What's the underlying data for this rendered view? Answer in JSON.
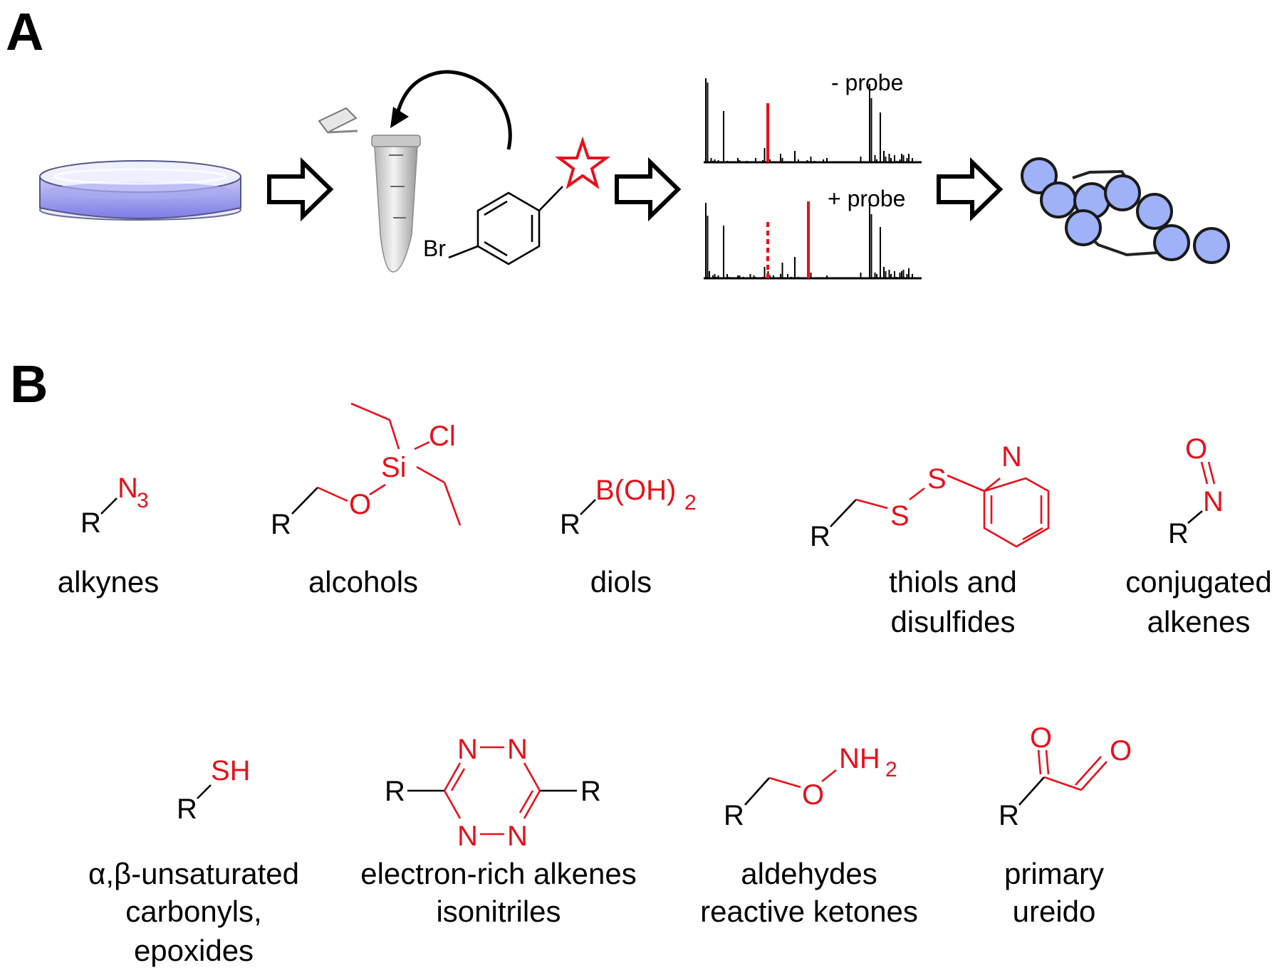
{
  "panels": {
    "a_label": "A",
    "b_label": "B"
  },
  "panel_a": {
    "br_label": "Br",
    "spectrum_minus_label": "- probe",
    "spectrum_plus_label": "+ probe"
  },
  "panel_b": {
    "alkynes": {
      "caption_lines": [
        "alkynes"
      ],
      "atoms": [
        "R",
        "N",
        "3"
      ]
    },
    "alcohols": {
      "caption_lines": [
        "alcohols"
      ],
      "atoms": [
        "R",
        "O",
        "Si",
        "Cl"
      ]
    },
    "diols": {
      "caption_lines": [
        "diols"
      ],
      "atoms": [
        "R",
        "B(OH)",
        "2"
      ]
    },
    "thiols": {
      "caption_lines": [
        "thiols and",
        "disulfides"
      ],
      "atoms": [
        "R",
        "S",
        "S",
        "N"
      ]
    },
    "conjugated": {
      "caption_lines": [
        "conjugated",
        "alkenes"
      ],
      "atoms": [
        "R",
        "N",
        "O"
      ]
    },
    "unsaturated": {
      "caption_lines": [
        "α,β-unsaturated",
        "carbonyls,",
        "epoxides"
      ],
      "atoms": [
        "R",
        "SH"
      ]
    },
    "electron_rich": {
      "caption_lines": [
        "electron-rich alkenes",
        "isonitriles"
      ],
      "atoms": [
        "R",
        "R",
        "N",
        "N",
        "N",
        "N"
      ]
    },
    "aldehydes": {
      "caption_lines": [
        "aldehydes",
        "reactive ketones"
      ],
      "atoms": [
        "R",
        "O",
        "NH",
        "2"
      ]
    },
    "ureido": {
      "caption_lines": [
        "primary",
        "ureido"
      ],
      "atoms": [
        "R",
        "O",
        "O"
      ]
    }
  },
  "colors": {
    "reactive_red": "#e8101a",
    "bead_blue": "#9fb1f7",
    "dish_blue": "#8f8ff0"
  }
}
